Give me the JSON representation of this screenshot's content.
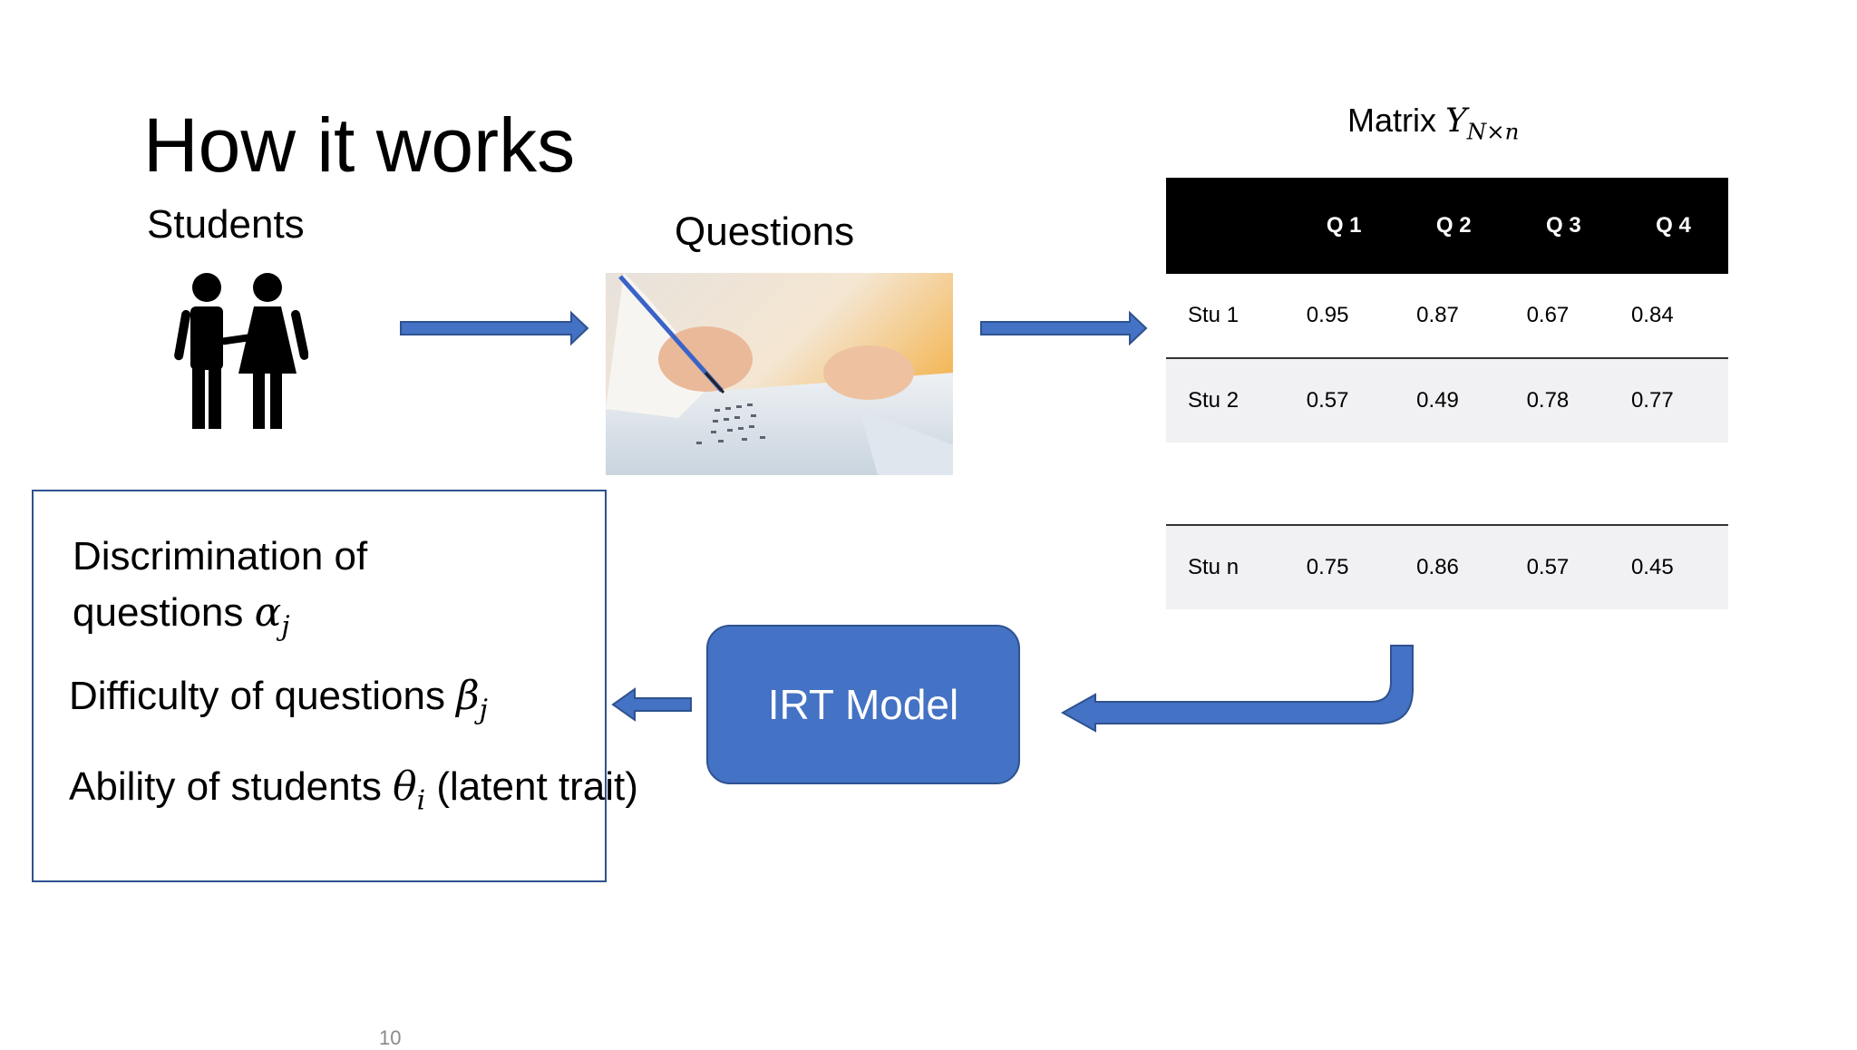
{
  "slide": {
    "title": "How it works",
    "page_number": "10"
  },
  "students": {
    "label": "Students",
    "icon": "people-icon"
  },
  "questions": {
    "label": "Questions",
    "image": "exam-paper-photo"
  },
  "matrix": {
    "caption_prefix": "Matrix ",
    "caption_var": "Y",
    "caption_sub": "N×n",
    "headers": [
      "",
      "Q 1",
      "Q 2",
      "Q 3",
      "Q 4"
    ],
    "rows": [
      [
        "Stu 1",
        "0.95",
        "0.87",
        "0.67",
        "0.84"
      ],
      [
        "Stu 2",
        "0.57",
        "0.49",
        "0.78",
        "0.77"
      ],
      [
        "Stu n",
        "0.75",
        "0.86",
        "0.57",
        "0.45"
      ]
    ]
  },
  "model": {
    "label": "IRT Model"
  },
  "outputs": {
    "discrimination_line1": "Discrimination of",
    "discrimination_line2": "questions ",
    "discrimination_symbol": "α",
    "discrimination_sub": "j",
    "difficulty_text": "Difficulty of questions  ",
    "difficulty_symbol": "β",
    "difficulty_sub": "j",
    "ability_text": "Ability of students ",
    "ability_symbol": "θ",
    "ability_sub": "i",
    "ability_suffix": " (latent trait)"
  },
  "colors": {
    "accent": "#4472c4",
    "border": "#2f528f",
    "header_bg": "#000000",
    "row_bg": "#f1f1f3"
  }
}
